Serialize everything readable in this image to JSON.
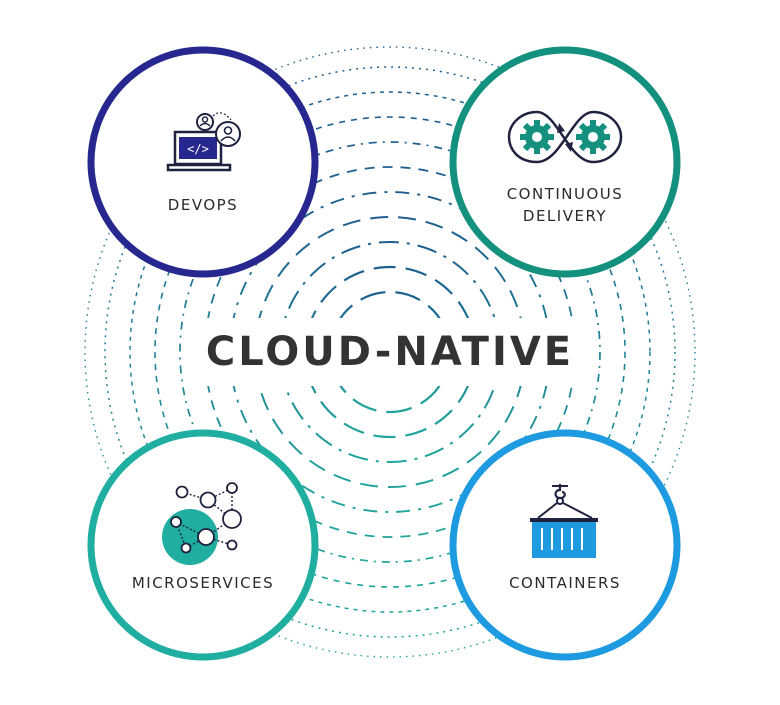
{
  "title": "CLOUD-NATIVE",
  "nodes": {
    "devops": {
      "label": "DEVOPS",
      "color": "#27288f"
    },
    "continuous_delivery": {
      "label_line1": "CONTINUOUS",
      "label_line2": "DELIVERY",
      "color": "#13907e"
    },
    "microservices": {
      "label": "MICROSERVICES",
      "color": "#1fae9f"
    },
    "containers": {
      "label": "CONTAINERS",
      "color": "#1e9be0"
    }
  },
  "colors": {
    "rings_blue": "#1f5f8f",
    "rings_teal": "#21a59c",
    "text": "#333333"
  },
  "icons": {
    "devops": "laptop-code-people-icon",
    "continuous_delivery": "gears-infinity-icon",
    "microservices": "network-nodes-icon",
    "containers": "shipping-container-icon"
  }
}
